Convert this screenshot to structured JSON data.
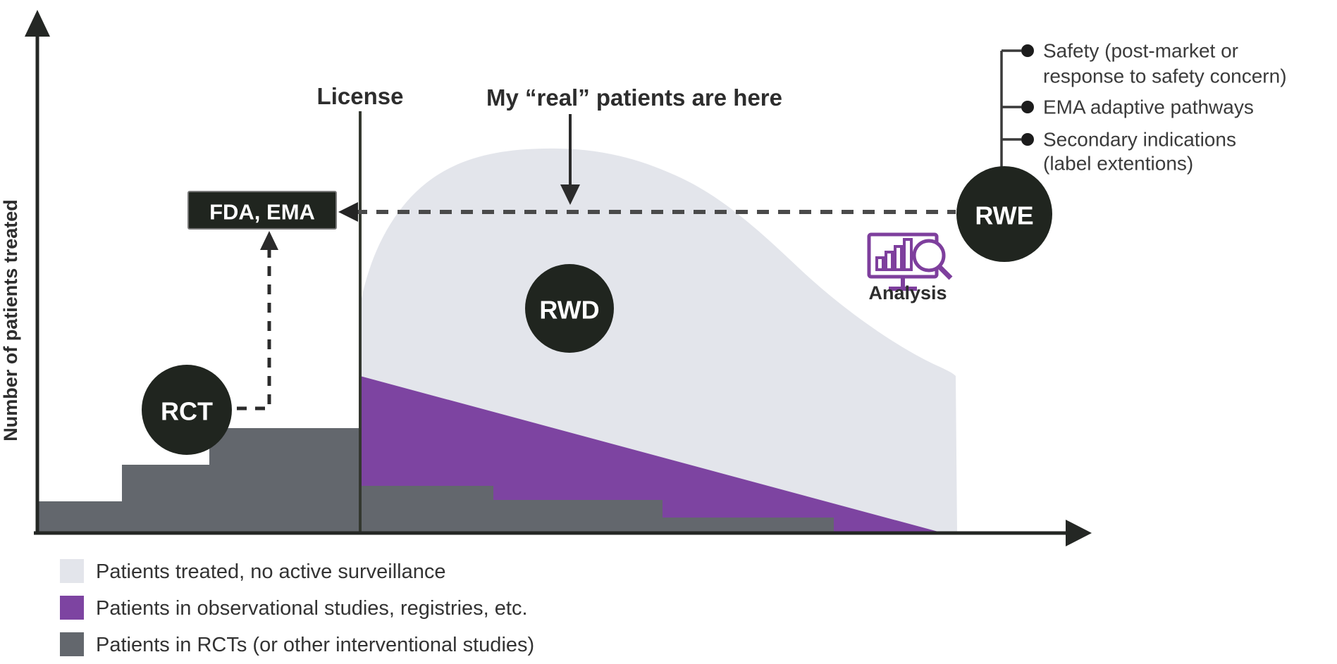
{
  "figure": {
    "y_axis_label": "Number of patients treated",
    "license_label": "License",
    "patients_annotation": "My “real” patients are here",
    "fda_ema_label": "FDA, EMA",
    "rct_label": "RCT",
    "rwd_label": "RWD",
    "rwe_label": "RWE",
    "analysis_label": "Analysis",
    "rwe_uses": {
      "safety_line1": "Safety (post-market or",
      "safety_line2": "response to safety concern)",
      "ema_pathways": "EMA adaptive pathways",
      "secondary_line1": "Secondary indications",
      "secondary_line2": "(label extentions)"
    },
    "legend": [
      {
        "label": "Patients treated, no active surveillance",
        "color": "#e3e5eb"
      },
      {
        "label": "Patients in observational studies, registries, etc.",
        "color": "#7d44a1"
      },
      {
        "label": "Patients in RCTs (or other interventional studies)",
        "color": "#63676d"
      }
    ],
    "colors": {
      "node": "#20251f",
      "axis": "#242724",
      "dashed_line": "#4a4a4a",
      "no_surveillance_area": "#e3e5eb",
      "observational_area": "#7d44a1",
      "rct_area": "#63676d",
      "analysis_icon": "#7e3f9d"
    }
  }
}
